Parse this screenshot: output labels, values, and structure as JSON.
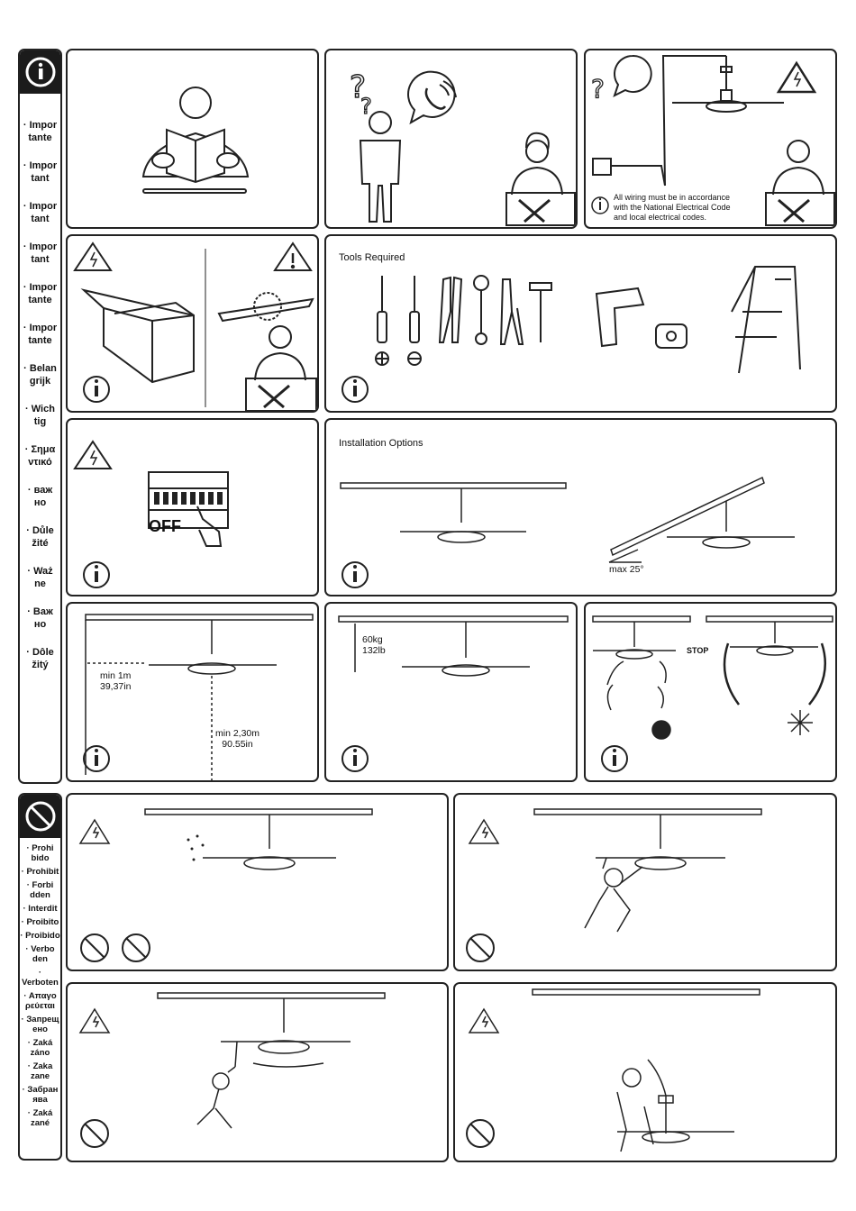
{
  "important_sidebar": {
    "icon": "info-icon",
    "labels": [
      "· Impor\ntante",
      "· Impor\ntant",
      "· Impor\ntant",
      "· Impor\ntant",
      "· Impor\ntante",
      "· Impor\ntante",
      "· Belan\ngrijk",
      "· Wich\ntig",
      "· Σημα\nντικό",
      "· важ\nно",
      "· Důle\nžité",
      "· Waż\nne",
      "· Важ\nно",
      "· Dôle\nžitý"
    ]
  },
  "prohibited_sidebar": {
    "icon": "prohibited-icon",
    "labels": [
      "· Prohi\nbido",
      "· Prohibit",
      "· Forbi\ndden",
      "· Interdit",
      "· Proibito",
      "· Proibido",
      "· Verbo\nden",
      "· Verboten",
      "· Απαγο\nρεύεται",
      "· Запрещ\nено",
      "· Zaká\nzáno",
      "· Zaka\nzane",
      "· Забран\nява",
      "· Zaká\nzané"
    ]
  },
  "panels": {
    "wiring_note": "All wiring must be in accordance\nwith the National Electrical Code\nand local electrical codes.",
    "tools_title": "Tools Required",
    "breaker_label": "OFF",
    "installation_title": "Installation Options",
    "slope_label": "max 25°",
    "side_clearance": "min 1m\n39,37in",
    "floor_clearance": "min 2,30m\n90.55in",
    "load_capacity": "60kg\n132lb",
    "stop_label": "STOP"
  }
}
